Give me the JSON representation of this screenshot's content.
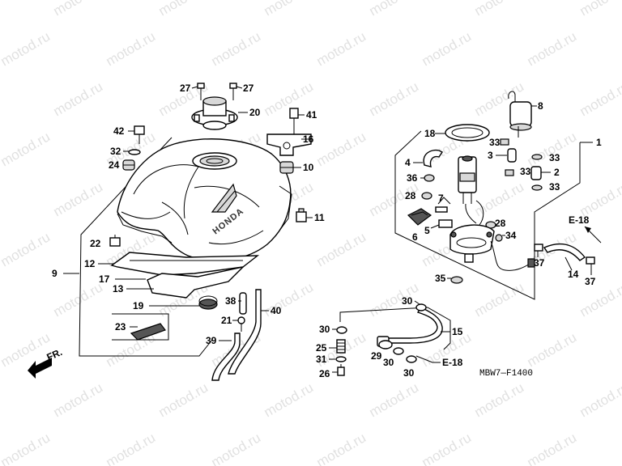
{
  "watermark": "motod.ru",
  "diagram_code": "MBW7—F1400",
  "brand_mark": "HONDA",
  "direction_label": "FR.",
  "refs": {
    "e18_top": "E-18",
    "e18_bottom": "E-18"
  },
  "callouts": [
    {
      "id": "c27a",
      "text": "27"
    },
    {
      "id": "c27b",
      "text": "27"
    },
    {
      "id": "c20",
      "text": "20"
    },
    {
      "id": "c41",
      "text": "41"
    },
    {
      "id": "c42",
      "text": "42"
    },
    {
      "id": "c16",
      "text": "16"
    },
    {
      "id": "c32",
      "text": "32"
    },
    {
      "id": "c24",
      "text": "24"
    },
    {
      "id": "c10",
      "text": "10"
    },
    {
      "id": "c11",
      "text": "11"
    },
    {
      "id": "c22",
      "text": "22"
    },
    {
      "id": "c9",
      "text": "9"
    },
    {
      "id": "c12",
      "text": "12"
    },
    {
      "id": "c17",
      "text": "17"
    },
    {
      "id": "c13",
      "text": "13"
    },
    {
      "id": "c19",
      "text": "19"
    },
    {
      "id": "c23",
      "text": "23"
    },
    {
      "id": "c38",
      "text": "38"
    },
    {
      "id": "c40",
      "text": "40"
    },
    {
      "id": "c21",
      "text": "21"
    },
    {
      "id": "c39",
      "text": "39"
    },
    {
      "id": "c8",
      "text": "8"
    },
    {
      "id": "c18",
      "text": "18"
    },
    {
      "id": "c1",
      "text": "1"
    },
    {
      "id": "c33a",
      "text": "33"
    },
    {
      "id": "c33b",
      "text": "33"
    },
    {
      "id": "c33c",
      "text": "33"
    },
    {
      "id": "c33d",
      "text": "33"
    },
    {
      "id": "c3",
      "text": "3"
    },
    {
      "id": "c2",
      "text": "2"
    },
    {
      "id": "c4",
      "text": "4"
    },
    {
      "id": "c36",
      "text": "36"
    },
    {
      "id": "c28a",
      "text": "28"
    },
    {
      "id": "c7",
      "text": "7"
    },
    {
      "id": "c5",
      "text": "5"
    },
    {
      "id": "c6",
      "text": "6"
    },
    {
      "id": "c28b",
      "text": "28"
    },
    {
      "id": "c34",
      "text": "34"
    },
    {
      "id": "c14",
      "text": "14"
    },
    {
      "id": "c37a",
      "text": "37"
    },
    {
      "id": "c37b",
      "text": "37"
    },
    {
      "id": "c35",
      "text": "35"
    },
    {
      "id": "c30a",
      "text": "30"
    },
    {
      "id": "c30b",
      "text": "30"
    },
    {
      "id": "c15",
      "text": "15"
    },
    {
      "id": "c25",
      "text": "25"
    },
    {
      "id": "c31",
      "text": "31"
    },
    {
      "id": "c26",
      "text": "26"
    },
    {
      "id": "c29",
      "text": "29"
    },
    {
      "id": "c30c",
      "text": "30"
    },
    {
      "id": "c30d",
      "text": "30"
    }
  ],
  "colors": {
    "line": "#000000",
    "watermark": "#c9c9c9",
    "background": "#ffffff"
  }
}
